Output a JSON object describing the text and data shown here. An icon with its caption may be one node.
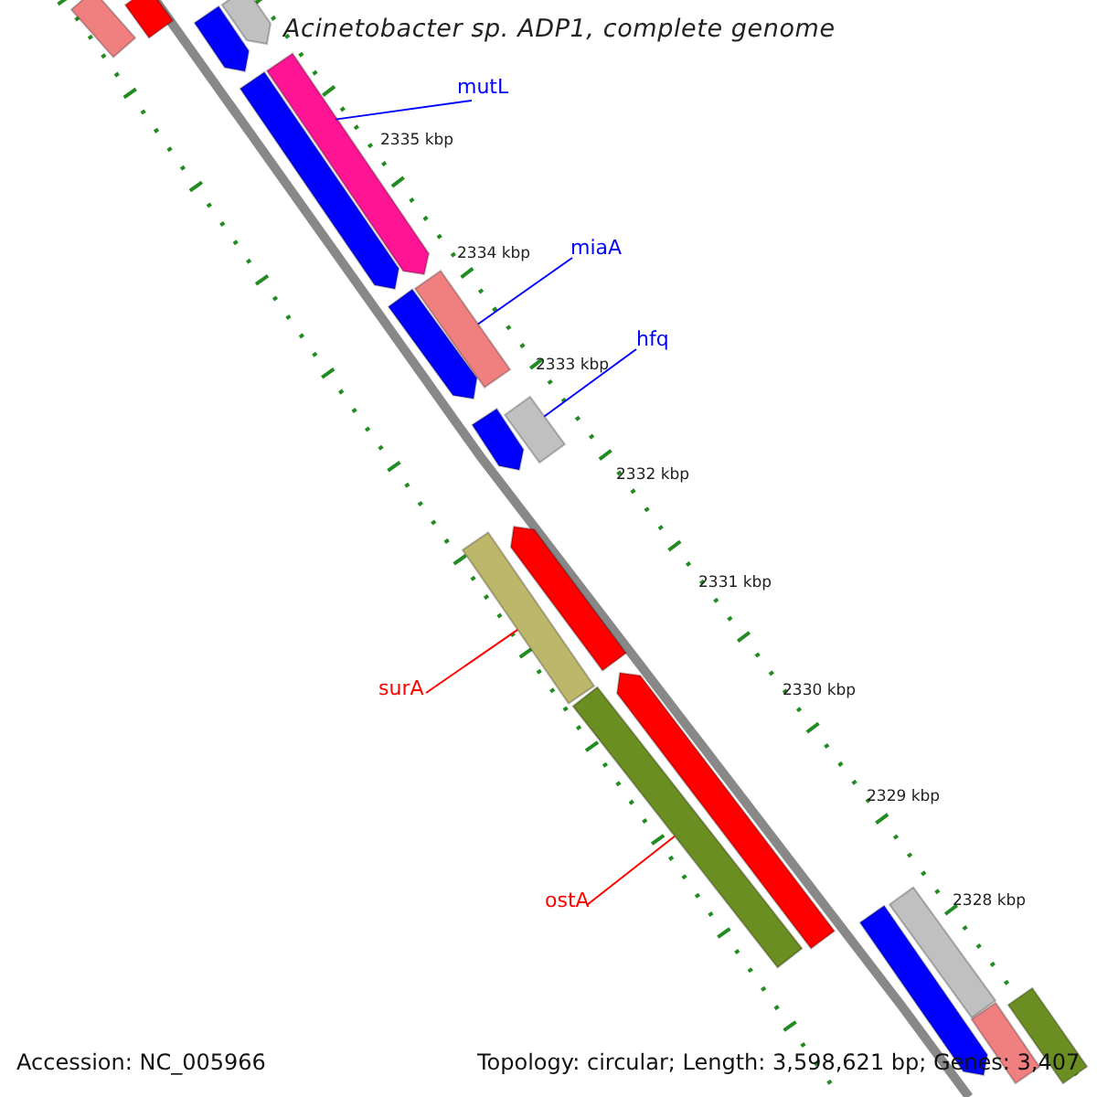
{
  "diagram": {
    "title": "Acinetobacter sp. ADP1, complete genome",
    "nodes": [
      {
        "text": [
          "mutL"
        ]
      },
      {
        "text": [],
        "shape": "bar"
      },
      {
        "text": [
          "miaA"
        ]
      },
      {
        "text": [],
        "shape": "bar"
      },
      {
        "text": [
          "hfq"
        ]
      },
      {
        "text": [],
        "shape": "bar"
      },
      {
        "text": [
          "surA"
        ]
      },
      {
        "text": [],
        "shape": "bar"
      },
      {
        "text": [
          "ostA"
        ]
      },
      {
        "text": [],
        "shape": "bar"
      }
    ],
    "edges": [
      {
        "from": 0,
        "to": 1,
        "arrow": "none"
      },
      {
        "from": 2,
        "to": 3,
        "arrow": "none"
      },
      {
        "from": 4,
        "to": 5,
        "arrow": "none"
      },
      {
        "from": 6,
        "to": 7,
        "arrow": "none",
        "color": "#ff0000"
      },
      {
        "from": 8,
        "to": 9,
        "arrow": "none",
        "color": "#ff0000"
      }
    ],
    "labels": [
      "2335 kbp",
      "2334 kbp",
      "2333 kbp",
      "2332 kbp",
      "2331 kbp",
      "2330 kbp",
      "2329 kbp",
      "2328 kbp",
      "Accession: NC_005966",
      "Topology: circular; Length: 3,598,621 bp; Genes: 3,407"
    ]
  }
}
